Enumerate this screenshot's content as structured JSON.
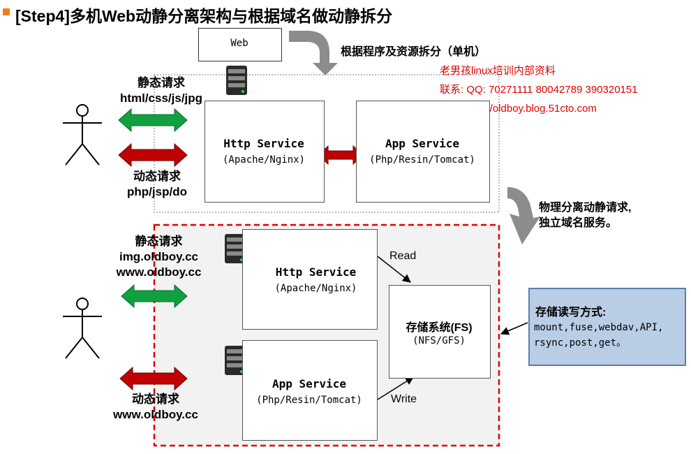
{
  "title": "[Step4]多机Web动静分离架构与根据域名做动静拆分",
  "title_color": "#000000",
  "accent_color": "#f07c1e",
  "web_label": "Web",
  "top_note": "根据程序及资源拆分（单机）",
  "watermark": {
    "line1": "老男孩linux培训内部资料",
    "line2": "联系: QQ: 70271111 80042789 390320151",
    "line3": "博客: http://oldboy.blog.51cto.com",
    "color": "#e00000"
  },
  "top_section": {
    "static_request": {
      "title": "静态请求",
      "detail": "html/css/js/jpg"
    },
    "dynamic_request": {
      "title": "动态请求",
      "detail": "php/jsp/do"
    },
    "http_service": {
      "name": "Http Service",
      "sub": "(Apache/Nginx)"
    },
    "app_service": {
      "name": "App Service",
      "sub": "(Php/Resin/Tomcat)"
    }
  },
  "middle_note": {
    "line1": "物理分离动静请求,",
    "line2": "独立域名服务。"
  },
  "bottom_section": {
    "static_request": {
      "title": "静态请求",
      "domain1": "img.oldboy.cc",
      "domain2": "www.oldboy.cc"
    },
    "dynamic_request": {
      "title": "动态请求",
      "domain": "www.oldboy.cc"
    },
    "http_service": {
      "name": "Http Service",
      "sub": "(Apache/Nginx)"
    },
    "app_service": {
      "name": "App Service",
      "sub": "(Php/Resin/Tomcat)"
    },
    "storage": {
      "name": "存储系统(FS)",
      "sub": "(NFS/GFS)"
    },
    "read_label": "Read",
    "write_label": "Write"
  },
  "storage_methods": {
    "title": "存储读写方式:",
    "body": "mount,fuse,webdav,API, rsync,post,get。"
  },
  "colors": {
    "static_arrow": "#10a040",
    "dynamic_arrow": "#c00000",
    "curved_arrow": "#8c8c8c",
    "dashed_red": "#e00000",
    "info_bg": "#b9cde5"
  }
}
